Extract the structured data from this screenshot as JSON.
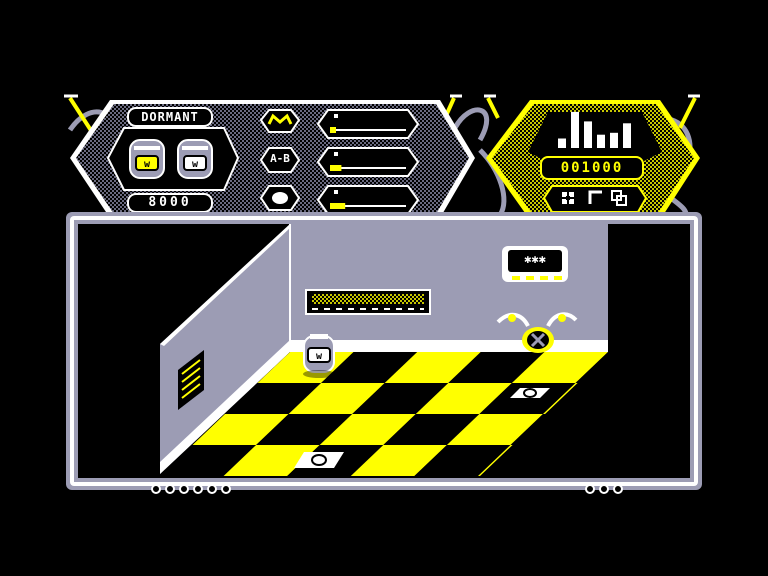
{
  "hud": {
    "status": "DORMANT",
    "counter": "8000",
    "score": "001000",
    "mode_label": "A-B",
    "panel_label": "✱✱✱",
    "colors": {
      "yellow": "#ffff00",
      "grey": "#9c9cb4",
      "white": "#ffffff",
      "black": "#000000"
    },
    "icons": [
      "lips-icon",
      "ab-icon",
      "orb-icon",
      "fan-icon",
      "corner-icon",
      "squares-icon"
    ],
    "meters": [
      {
        "level": 0.05
      },
      {
        "level": 0.15
      },
      {
        "level": 0.2
      }
    ],
    "bars": [
      0.25,
      0.95,
      0.7,
      0.35,
      0.4,
      0.65
    ]
  }
}
